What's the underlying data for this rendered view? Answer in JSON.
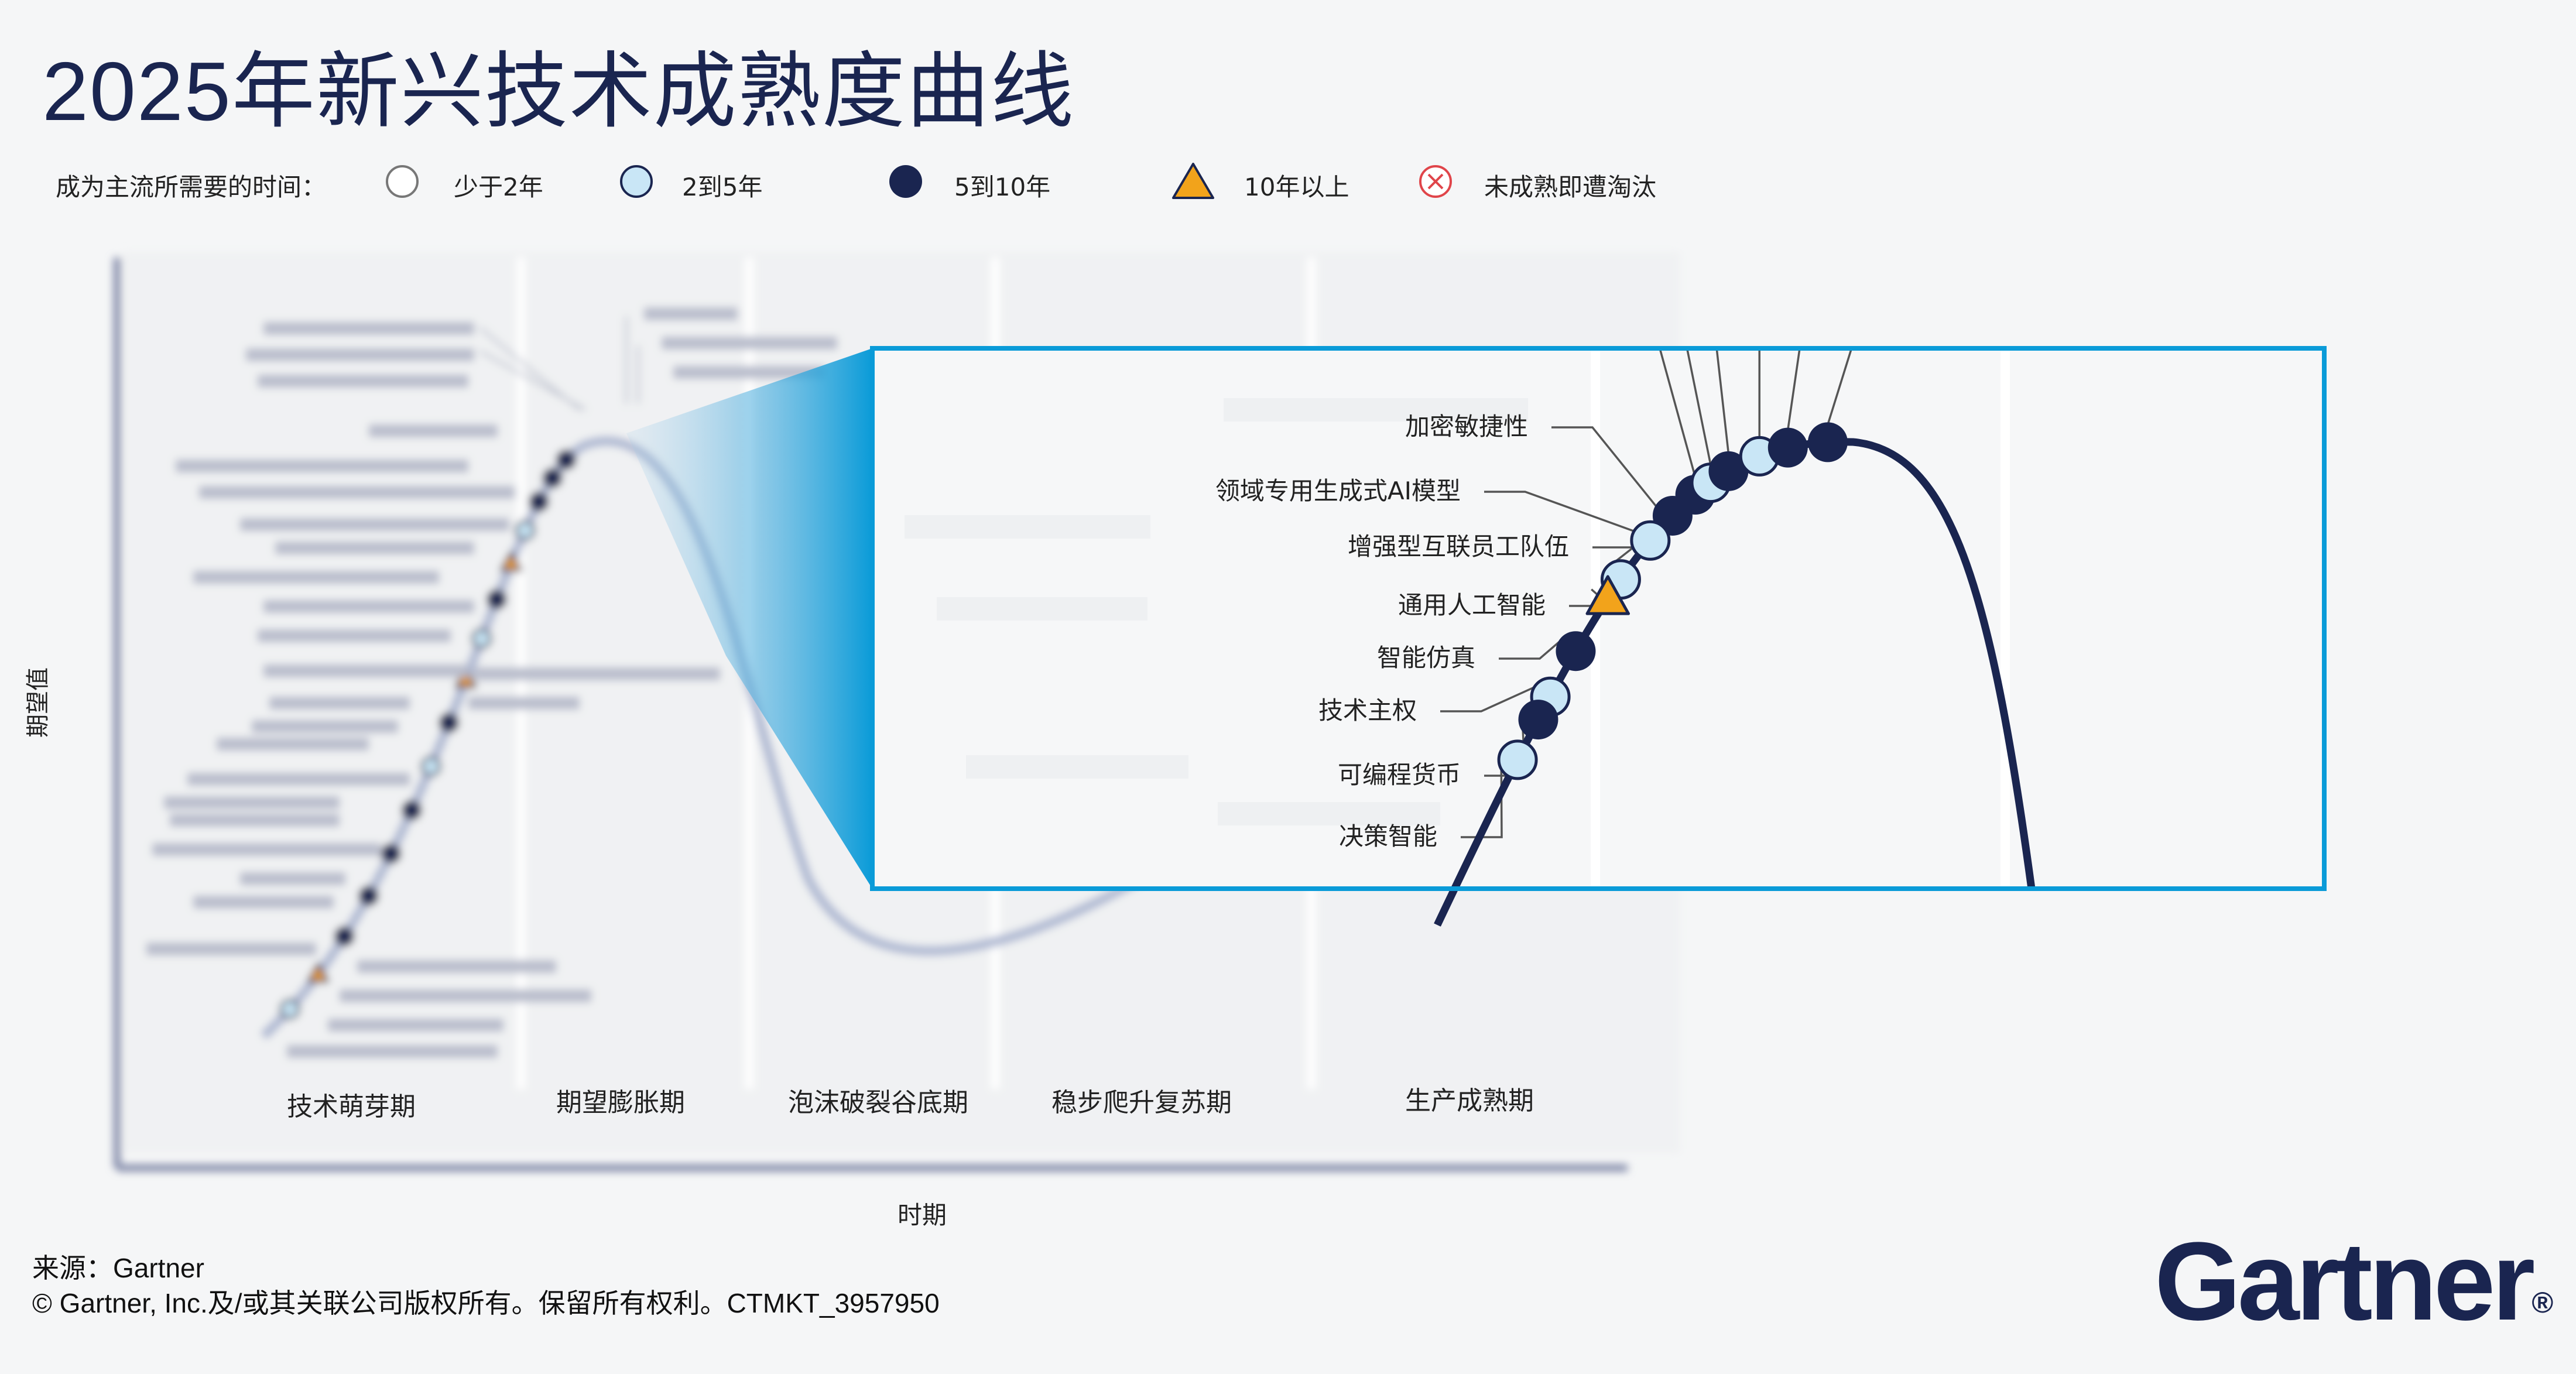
{
  "title": "2025年新兴技术成熟度曲线",
  "legend": {
    "prefix": "成为主流所需要的时间：",
    "items": [
      {
        "label": "少于2年",
        "symbol": "open-circle-icon"
      },
      {
        "label": "2到5年",
        "symbol": "light-blue-circle-icon"
      },
      {
        "label": "5到10年",
        "symbol": "dark-navy-circle-icon"
      },
      {
        "label": "10年以上",
        "symbol": "orange-triangle-icon"
      },
      {
        "label": "未成熟即遭淘汰",
        "symbol": "red-x-circle-icon"
      }
    ]
  },
  "chart_data": {
    "type": "hype-cycle",
    "xlabel": "时期",
    "ylabel": "期望值",
    "phases": [
      "技术萌芽期",
      "期望膨胀期",
      "泡沫破裂谷底期",
      "稳步爬升复苏期",
      "生产成熟期"
    ],
    "zoomed_points": [
      {
        "label": "加密敏捷性",
        "category": "5到10年"
      },
      {
        "label": "领域专用生成式AI模型",
        "category": "2到5年"
      },
      {
        "label": "增强型互联员工队伍",
        "category": "2到5年"
      },
      {
        "label": "通用人工智能",
        "category": "10年以上"
      },
      {
        "label": "智能仿真",
        "category": "5到10年"
      },
      {
        "label": "技术主权",
        "category": "2到5年"
      },
      {
        "label": "可编程货币",
        "category": "5到10年"
      },
      {
        "label": "决策智能",
        "category": "2到5年"
      }
    ]
  },
  "colors": {
    "navy": "#1a2550",
    "light_blue": "#c9e6f6",
    "orange": "#f2a31b",
    "red": "#e0454a",
    "accent_blue": "#0a9bd8"
  },
  "source": "来源：Gartner",
  "copyright": "© Gartner, Inc.及/或其关联公司版权所有。保留所有权利。CTMKT_3957950",
  "logo": {
    "name": "Gartner",
    "mark": "®"
  }
}
